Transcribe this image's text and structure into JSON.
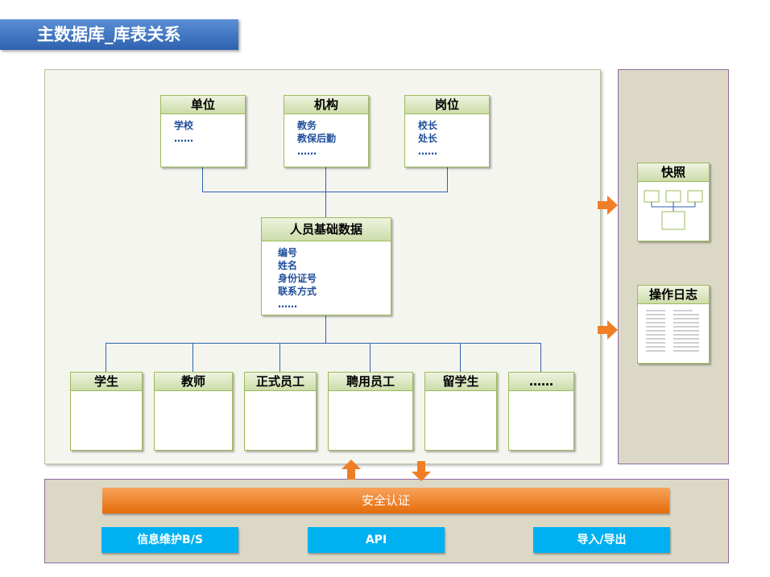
{
  "title": "主数据库_库表关系",
  "top_boxes": [
    {
      "name": "单位",
      "items": [
        "学校",
        "……"
      ]
    },
    {
      "name": "机构",
      "items": [
        "教务",
        "教保后勤",
        "……"
      ]
    },
    {
      "name": "岗位",
      "items": [
        "校长",
        "处长",
        "……"
      ]
    }
  ],
  "center_box": {
    "name": "人员基础数据",
    "items": [
      "编号",
      "姓名",
      "身份证号",
      "联系方式",
      "……"
    ]
  },
  "bottom_boxes": [
    {
      "name": "学生"
    },
    {
      "name": "教师"
    },
    {
      "name": "正式员工"
    },
    {
      "name": "聘用员工"
    },
    {
      "name": "留学生"
    },
    {
      "name": "……"
    }
  ],
  "side": {
    "snapshot": {
      "name": "快照"
    },
    "log": {
      "name": "操作日志"
    }
  },
  "bottom": {
    "auth": "安全认证",
    "buttons": [
      "信息维护B/S",
      "API",
      "导入/导出"
    ]
  },
  "colors": {
    "title_bg": "#2e62b0",
    "box_border": "#9bbb59",
    "link_text": "#1f4e9b",
    "arrow": "#f07e26",
    "auth": "#e46c0a",
    "button": "#00b0f0"
  }
}
